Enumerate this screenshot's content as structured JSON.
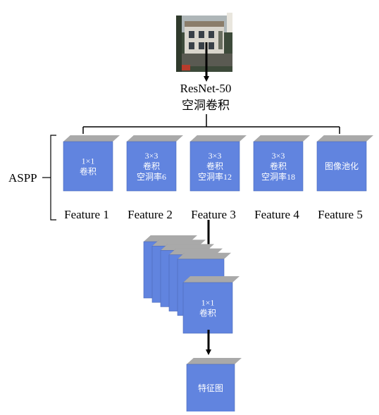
{
  "backbone": {
    "name": "ResNet-50",
    "sub": "空洞卷积"
  },
  "aspp_label": "ASPP",
  "branches": [
    {
      "lines": [
        "1×1",
        "卷积"
      ],
      "feature": "Feature 1"
    },
    {
      "lines": [
        "3×3",
        "卷积",
        "空洞率6"
      ],
      "feature": "Feature 2"
    },
    {
      "lines": [
        "3×3",
        "卷积",
        "空洞率12"
      ],
      "feature": "Feature 3"
    },
    {
      "lines": [
        "3×3",
        "卷积",
        "空洞率18"
      ],
      "feature": "Feature 4"
    },
    {
      "lines": [
        "图像池化"
      ],
      "feature": "Feature 5"
    }
  ],
  "fusion": {
    "lines": [
      "1×1",
      "卷积"
    ]
  },
  "output": {
    "lines": [
      "特征图"
    ]
  },
  "colors": {
    "block_front": "#6184df",
    "block_side": "#707070",
    "block_top": "#a9a9a9",
    "line": "#000000"
  }
}
